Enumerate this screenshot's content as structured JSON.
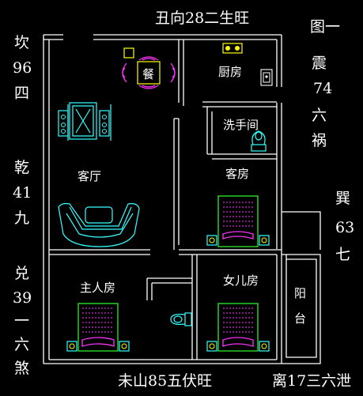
{
  "title_top": "丑向28二生旺",
  "figure_label": "图一",
  "bottom_left": "未山85五伏旺",
  "bottom_right": "离17三六泄",
  "left_labels": [
    [
      "坎",
      "96",
      "四"
    ],
    [
      "乾",
      "41",
      "九"
    ],
    [
      "兑",
      "39",
      "一",
      "六",
      "煞"
    ]
  ],
  "right_labels": [
    [
      "震",
      "74",
      "六",
      "祸"
    ],
    [
      "巽",
      "63",
      "七"
    ]
  ],
  "rooms": {
    "dining": "餐",
    "kitchen": "厨房",
    "washroom": "洗手间",
    "living": "客厅",
    "guest": "客房",
    "master": "主人房",
    "daughter": "女儿房",
    "balcony": "阳台"
  },
  "colors": {
    "background": "#000000",
    "walls": "#ffffff",
    "furniture_magenta": "#ff33ff",
    "furniture_cyan": "#33ffff",
    "furniture_green": "#33ff33",
    "furniture_yellow": "#ffff00"
  }
}
